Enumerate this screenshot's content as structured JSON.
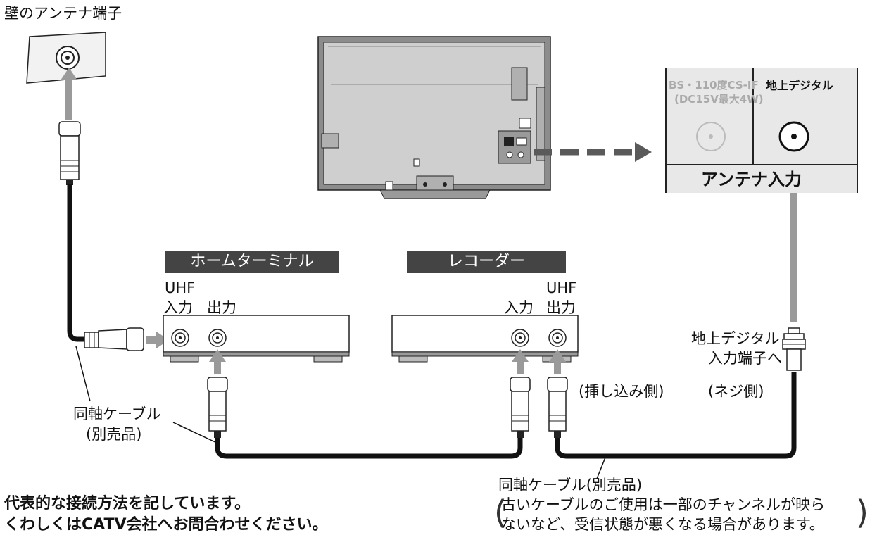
{
  "wall_terminal": {
    "label": "壁のアンテナ端子"
  },
  "home_terminal": {
    "title": "ホームターミナル",
    "uhf": "UHF",
    "input": "入力",
    "output": "出力"
  },
  "recorder": {
    "title": "レコーダー",
    "uhf": "UHF",
    "input": "入力",
    "output": "出力"
  },
  "antenna_panel": {
    "bs_label": "BS・110度CS-IF",
    "bs_note": "(DC15V最大4W)",
    "terrestrial_label": "地上デジタル",
    "footer": "アンテナ入力"
  },
  "terrestrial_input_to": {
    "line1": "地上デジタル",
    "line2": "入力端子へ"
  },
  "plug_side_labels": {
    "push_in": "(挿し込み側)",
    "screw": "(ネジ側)"
  },
  "cable_left": {
    "line1": "同軸ケーブル",
    "line2": "(別売品)"
  },
  "cable_bottom": {
    "label": "同軸ケーブル(別売品)",
    "note_line1": "古いケーブルのご使用は一部のチャンネルが映ら",
    "note_line2": "ないなど、受信状態が悪くなる場合があります。"
  },
  "footer_text": {
    "line1": "代表的な接続方法を記しています。",
    "line2": "くわしくはCATV会社へお問合わせください。"
  },
  "colors": {
    "arrow": "#9a9a9a",
    "cable": "#111111",
    "label_bg": "#444444",
    "panel_bg": "#e8e8e8"
  }
}
